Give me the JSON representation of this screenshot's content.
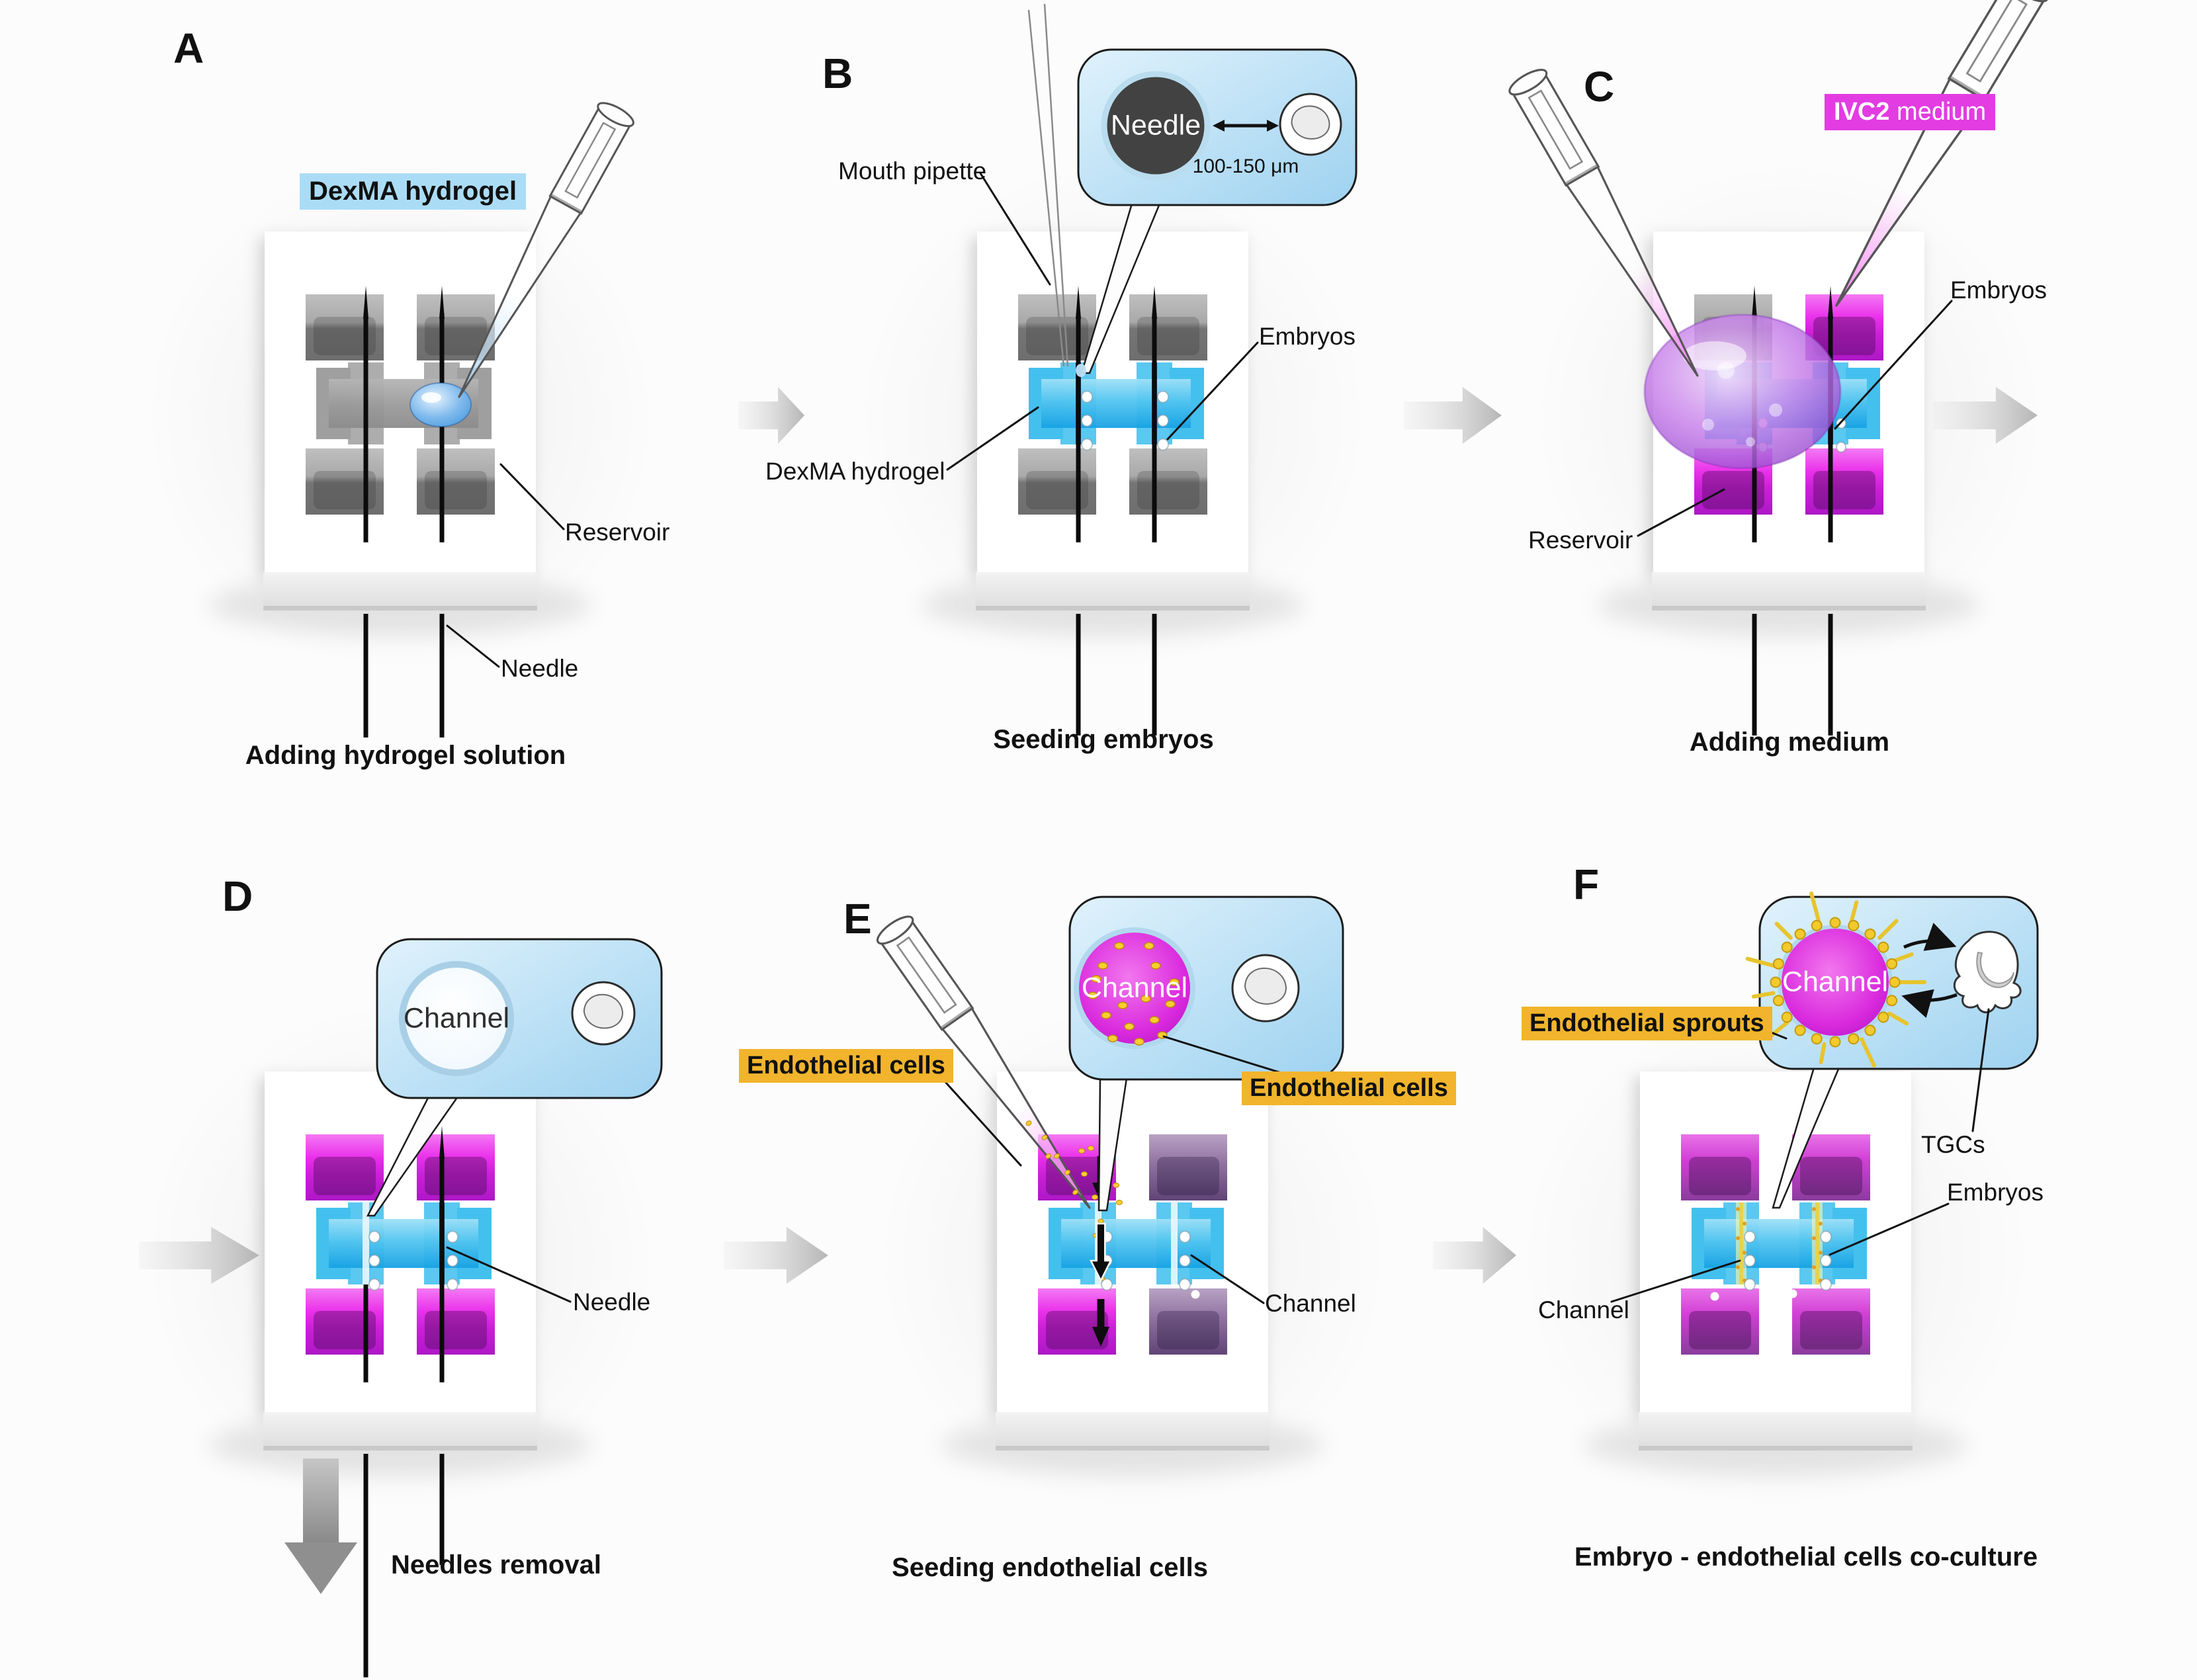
{
  "figure": {
    "title_hint": "Microfluidic embryo - endothelial cell co-culture workflow",
    "colors": {
      "hydrogel_tag_bg": "#abdcf6",
      "medium_tag_bg": "#e23ce2",
      "cells_tag_bg": "#f1b42c",
      "hydrogel_cyan": "#2fb4ea",
      "medium_magenta": "#e02ce0",
      "endothelial_yellow": "#f2ca2c"
    },
    "panels": [
      {
        "letter": "A",
        "caption": "Adding hydrogel solution",
        "labels": {
          "hydrogel": "DexMA hydrogel",
          "reservoir": "Reservoir",
          "needle": "Needle"
        }
      },
      {
        "letter": "B",
        "caption": "Seeding embryos",
        "labels": {
          "mouth_pipette": "Mouth pipette",
          "embryos": "Embryos",
          "hydrogel": "DexMA hydrogel"
        },
        "inset": {
          "needle": "Needle",
          "gap": "100-150 μm"
        }
      },
      {
        "letter": "C",
        "caption": "Adding medium",
        "labels": {
          "medium_name": "IVC2",
          "medium_suffix": " medium",
          "embryos": "Embryos",
          "reservoir": "Reservoir"
        }
      },
      {
        "letter": "D",
        "caption": "Needles removal",
        "labels": {
          "needle": "Needle"
        },
        "inset": {
          "channel": "Channel"
        }
      },
      {
        "letter": "E",
        "caption": "Seeding endothelial cells",
        "labels": {
          "endothelial_left": "Endothelial cells",
          "endothelial_right": "Endothelial cells",
          "channel": "Channel"
        },
        "inset": {
          "channel": "Channel"
        }
      },
      {
        "letter": "F",
        "caption": "Embryo - endothelial cells co-culture",
        "labels": {
          "sprouts": "Endothelial sprouts",
          "tgcs": "TGCs",
          "embryos": "Embryos",
          "channel": "Channel"
        },
        "inset": {
          "channel": "Channel"
        }
      }
    ]
  }
}
